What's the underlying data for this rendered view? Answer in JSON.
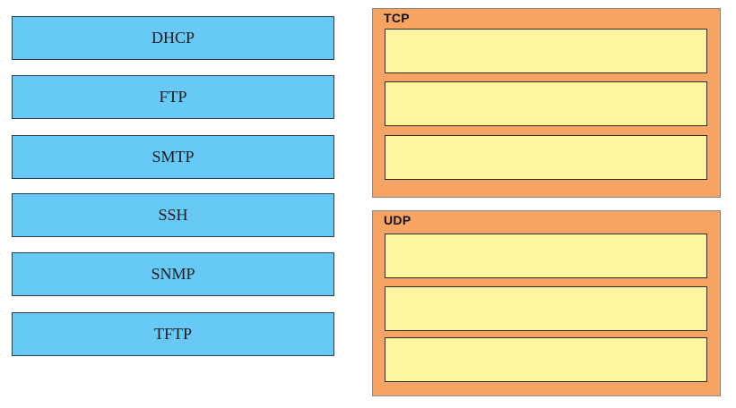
{
  "items": [
    {
      "label": "DHCP"
    },
    {
      "label": "FTP"
    },
    {
      "label": "SMTP"
    },
    {
      "label": "SSH"
    },
    {
      "label": "SNMP"
    },
    {
      "label": "TFTP"
    }
  ],
  "groups": {
    "tcp": {
      "title": "TCP"
    },
    "udp": {
      "title": "UDP"
    }
  },
  "colors": {
    "item_fill": "#67c9f6",
    "group_fill": "#f7a463",
    "slot_fill": "#fef5a1"
  }
}
